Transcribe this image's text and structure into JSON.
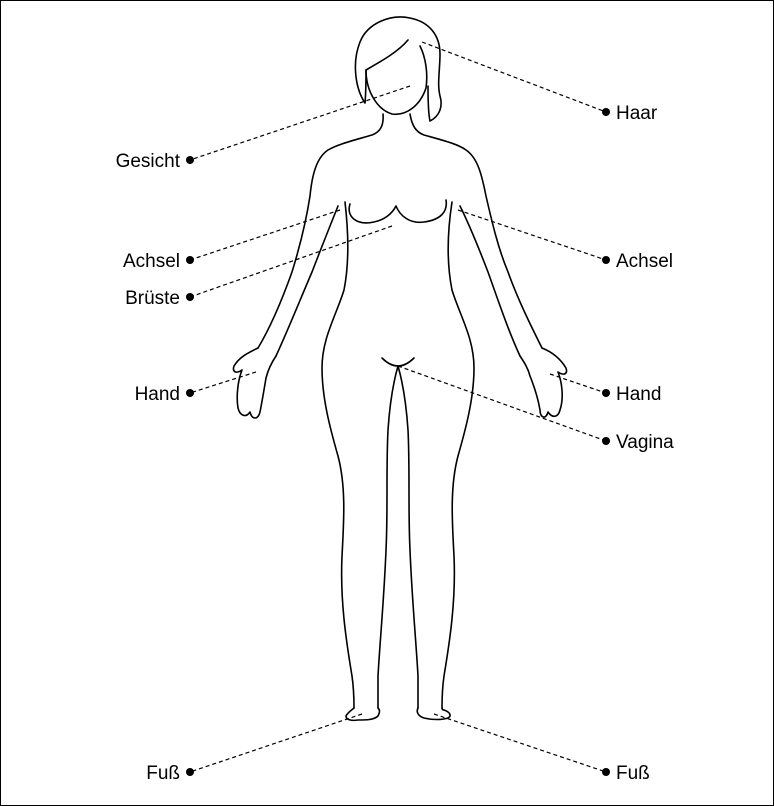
{
  "labels": {
    "haar": "Haar",
    "gesicht": "Gesicht",
    "achsel_left": "Achsel",
    "achsel_right": "Achsel",
    "bruste": "Brüste",
    "hand_left": "Hand",
    "hand_right": "Hand",
    "vagina": "Vagina",
    "fuss_left": "Fuß",
    "fuss_right": "Fuß"
  }
}
